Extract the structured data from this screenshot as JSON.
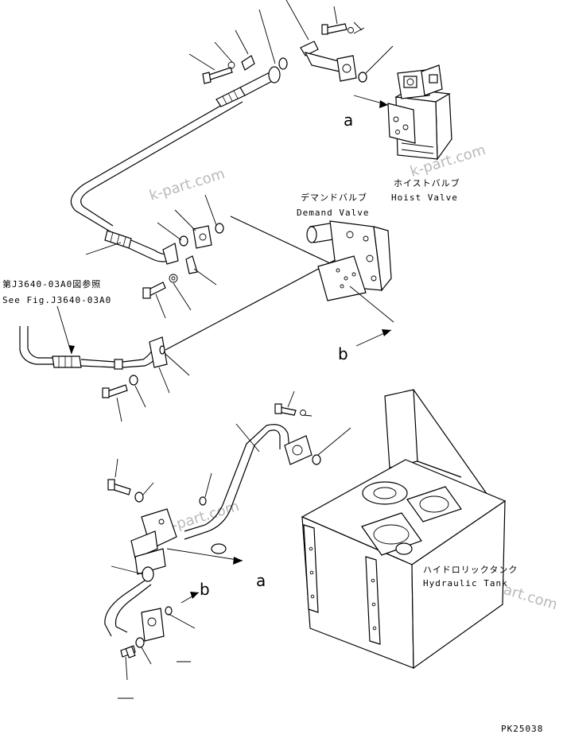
{
  "labels": {
    "hoist_valve_jp": "ホイストバルブ",
    "hoist_valve_en": "Hoist Valve",
    "demand_valve_jp": "デマンドバルブ",
    "demand_valve_en": "Demand Valve",
    "hydraulic_tank_jp": "ハイドロリックタンク",
    "hydraulic_tank_en": "Hydraulic Tank",
    "see_fig_jp": "第J3640-03A0図参照",
    "see_fig_en": "See Fig.J3640-03A0",
    "ref_a": "a",
    "ref_b": "b",
    "drawing_no": "PK25038",
    "watermark": "k-part.com"
  }
}
